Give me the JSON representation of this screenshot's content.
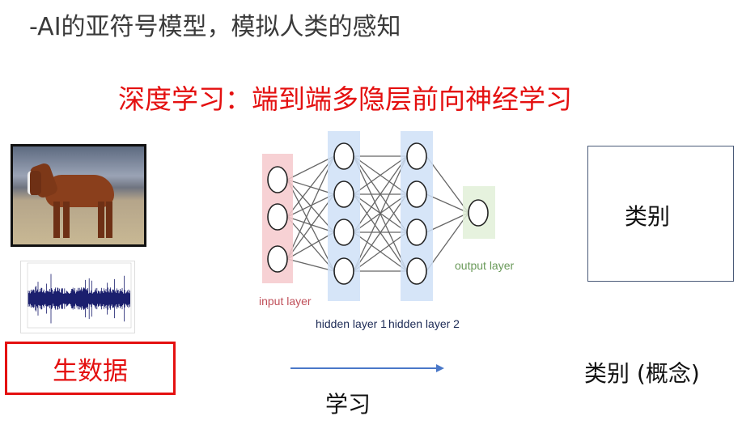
{
  "slide": {
    "title": "-AI的亚符号模型，模拟人类的感知",
    "subtitle": "深度学习：端到端多隐层前向神经学习",
    "raw_data_label": "生数据",
    "learning_label": "学习",
    "category_box_label": "类别",
    "category_concept_label": "类别 (概念)"
  },
  "network": {
    "layers": [
      {
        "label": "input layer",
        "nodes": 3,
        "color": "#f6c9cc",
        "label_color": "#c0505a"
      },
      {
        "label": "hidden layer 1",
        "nodes": 4,
        "color": "#cfe0f7",
        "label_color": "#1c2a55"
      },
      {
        "label": "hidden layer 2",
        "nodes": 4,
        "color": "#cfe0f7",
        "label_color": "#1c2a55"
      },
      {
        "label": "output layer",
        "nodes": 1,
        "color": "#e2f0d8",
        "label_color": "#6a9a5a"
      }
    ]
  },
  "colors": {
    "accent_red": "#e41010",
    "arrow_blue": "#4a78c8"
  }
}
